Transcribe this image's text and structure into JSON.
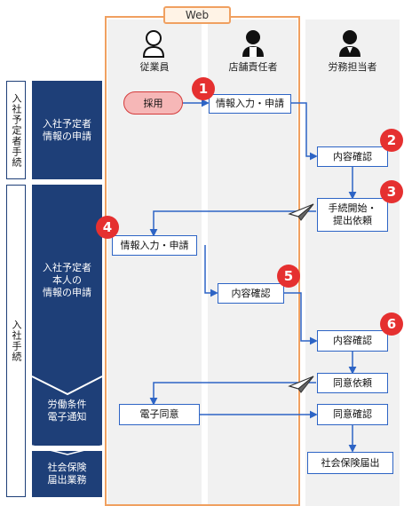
{
  "web_label": "Web",
  "lanes": [
    {
      "id": "employee",
      "label": "従業員",
      "icon": "person-icon"
    },
    {
      "id": "store_manager",
      "label": "店舗責任者",
      "icon": "manager-icon"
    },
    {
      "id": "labor_staff",
      "label": "労務担当者",
      "icon": "staff-icon"
    }
  ],
  "phases": [
    {
      "label": "入社予定者手続"
    },
    {
      "label": "入社手続"
    }
  ],
  "stages": [
    {
      "label": "入社予定者\n情報の申請"
    },
    {
      "label": "入社予定者\n本人の\n情報の申請"
    },
    {
      "label": "労働条件\n電子通知"
    },
    {
      "label": "社会保険\n届出業務"
    }
  ],
  "nodes": {
    "hire": "採用",
    "info_input_manager": "情報入力・申請",
    "review_1": "内容確認",
    "procedure_start": "手続開始・\n提出依頼",
    "info_input_employee": "情報入力・申請",
    "review_manager": "内容確認",
    "review_2": "内容確認",
    "consent_request": "同意依頼",
    "e_consent": "電子同意",
    "consent_check": "同意確認",
    "insurance_filing": "社会保険届出"
  },
  "steps": [
    "1",
    "2",
    "3",
    "4",
    "5",
    "6"
  ],
  "colors": {
    "stage_bg": "#1e3f78",
    "box_border": "#2d64c5",
    "arrow": "#2d64c5",
    "badge": "#e53030",
    "web_frame": "#f0a060",
    "hire_pill": "#f6b7b7",
    "lane_bg": "#f1f1f1"
  }
}
